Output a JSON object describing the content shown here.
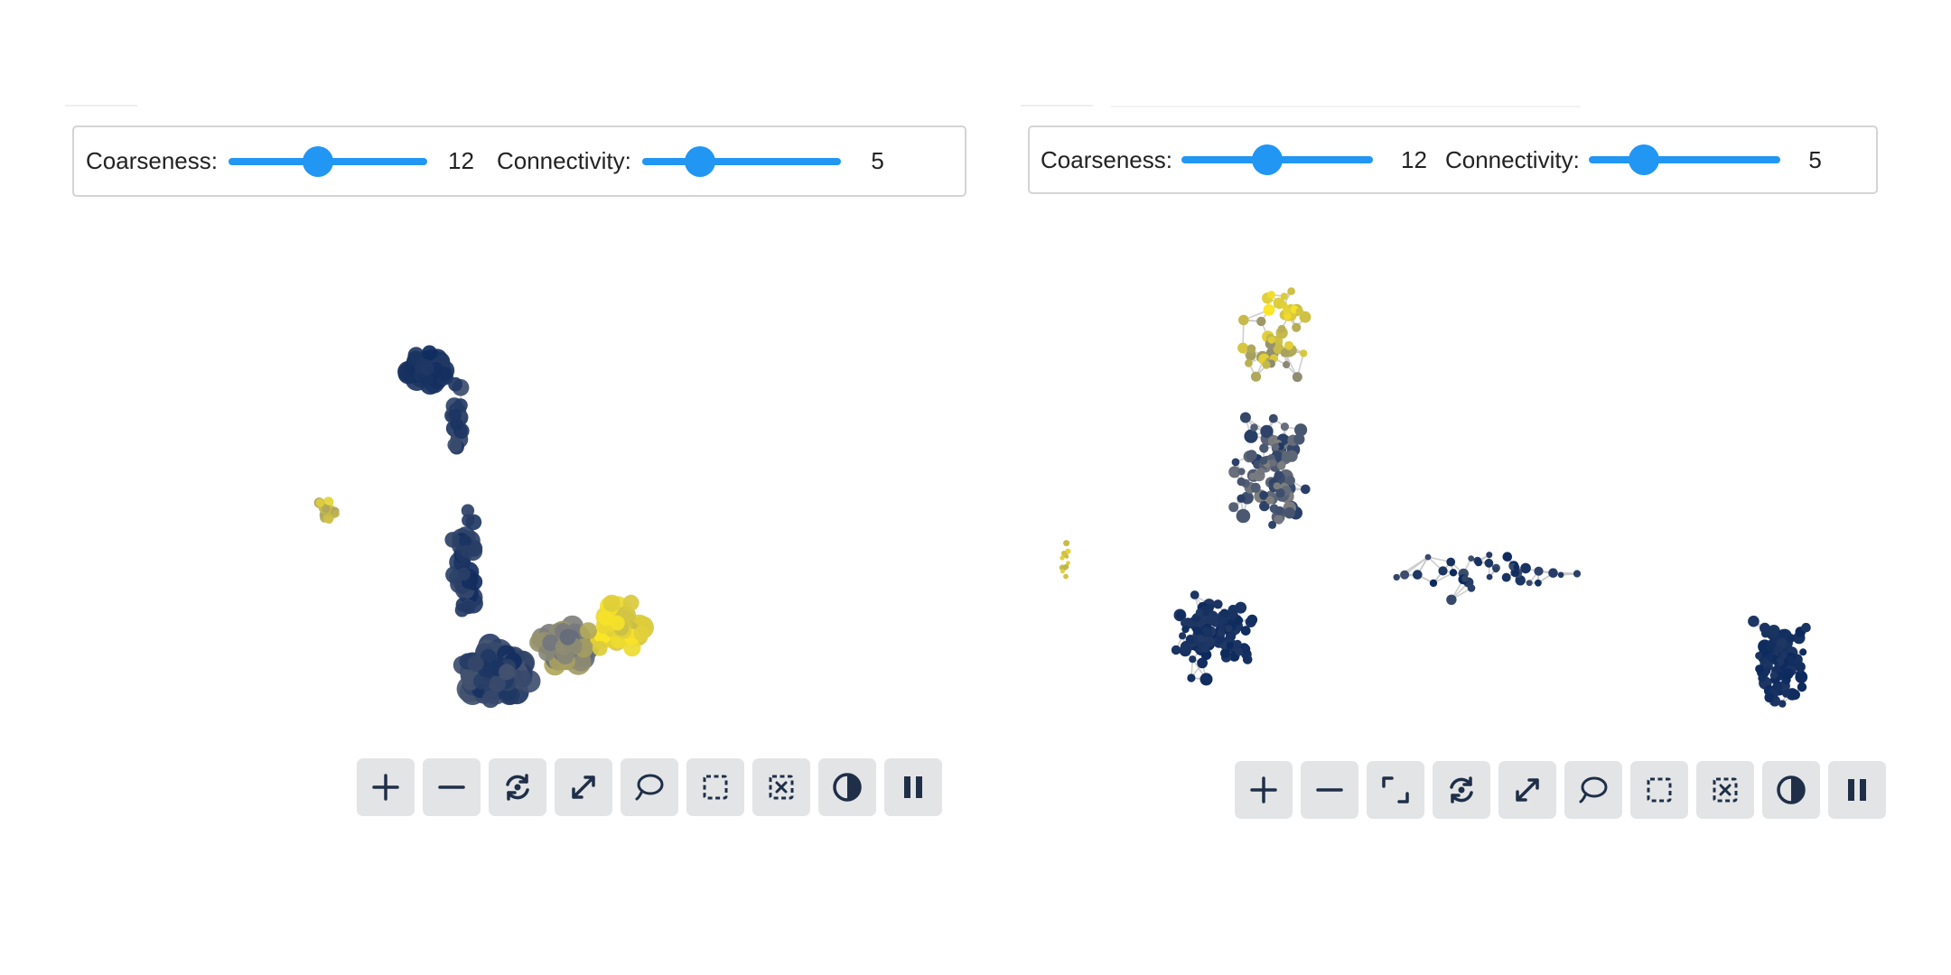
{
  "left_panel": {
    "controls": {
      "coarseness": {
        "label": "Coarseness:",
        "value": "12",
        "level": 0.45
      },
      "connectivity": {
        "label": "Connectivity:",
        "value": "5",
        "level": 0.29
      }
    },
    "toolbar": [
      "zoom-in",
      "zoom-out",
      "reset-view",
      "fit-to-screen",
      "lasso-select",
      "box-select",
      "deselect",
      "toggle-theme",
      "pause"
    ]
  },
  "right_panel": {
    "controls": {
      "coarseness": {
        "label": "Coarseness:",
        "value": "12",
        "level": 0.45
      },
      "connectivity": {
        "label": "Connectivity:",
        "value": "5",
        "level": 0.29
      }
    },
    "toolbar": [
      "zoom-in",
      "zoom-out",
      "fullscreen",
      "reset-view",
      "fit-to-screen",
      "lasso-select",
      "box-select",
      "deselect",
      "toggle-theme",
      "pause"
    ]
  },
  "colors": {
    "slider": "#2196f3",
    "node_low": "#0d2a5e",
    "node_mid": "#7a7b80",
    "node_high": "#fde725",
    "edge": "#c8c8c8",
    "toolbar_button_bg": "#e3e4e6",
    "icon": "#1f2f48"
  }
}
